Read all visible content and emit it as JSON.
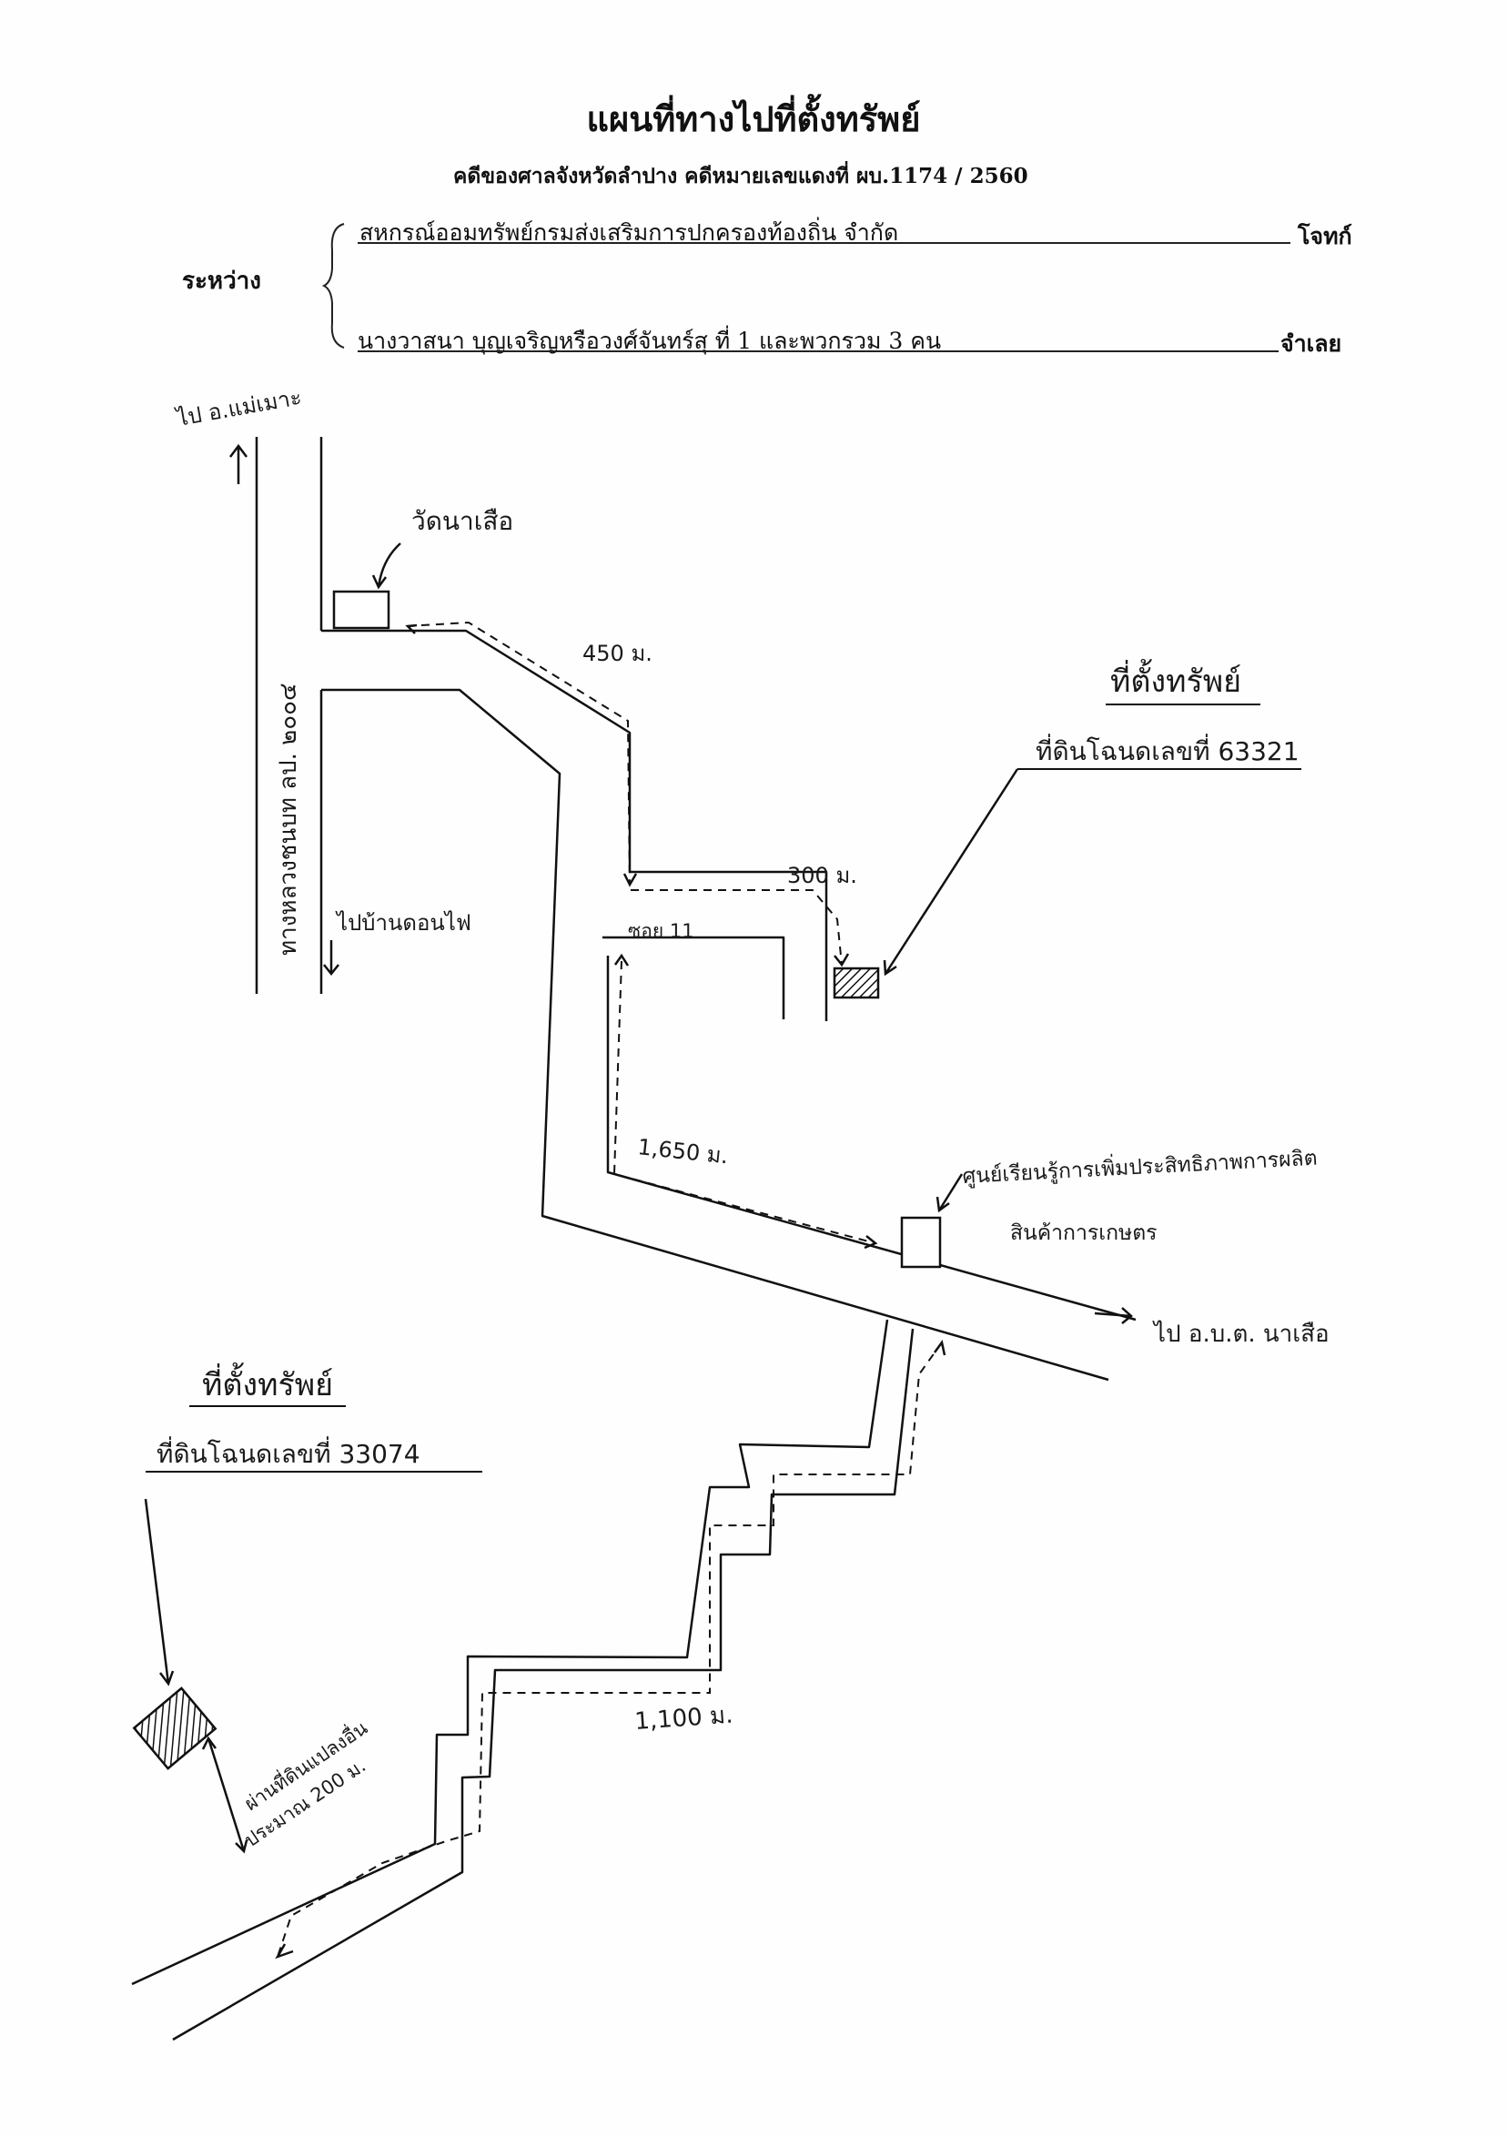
{
  "header": {
    "title": "แผนที่ทางไปที่ตั้งทรัพย์",
    "case_line": "คดีของศาลจังหวัดลำปาง  คดีหมายเลขแดงที่  ผบ.1174 / 2560",
    "between_label": "ระหว่าง",
    "plaintiff_name": "สหกรณ์ออมทรัพย์กรมส่งเสริมการปกครองท้องถิ่น จำกัด",
    "plaintiff_role": "โจทก์",
    "defendant_name": "นางวาสนา  บุญเจริญหรือวงศ์จันทร์สุ ที่ 1  และพวกรวม 3 คน",
    "defendant_role": "จำเลย"
  },
  "map": {
    "labels": {
      "to_mae_mo": "ไป อ.แม่เมาะ",
      "highway": "ทางหลวงชนบท ลป. ๒๐๐๔",
      "to_ban_don_fai": "ไปบ้านดอนไฟ",
      "temple": "วัดนาเสือ",
      "dist_450": "450 ม.",
      "property_label_1": "ที่ตั้งทรัพย์",
      "deed_1": "ที่ดินโฉนดเลขที่  63321",
      "dist_300": "300 ม.",
      "soi": "ซอย 11",
      "dist_1650": "1,650  ม.",
      "center_line_1": "ศูนย์เรียนรู้การเพิ่มประสิทธิภาพการผลิต",
      "center_line_2": "สินค้าการเกษตร",
      "to_sao": "ไป อ.บ.ต. นาเสือ",
      "property_label_2": "ที่ตั้งทรัพย์",
      "deed_2": "ที่ดินโฉนดเลขที่  33074",
      "dist_1100": "1,100  ม.",
      "pass_line_1": "ผ่านที่ดินแปลงอื่น",
      "pass_line_2": "ประมาณ 200 ม."
    }
  }
}
